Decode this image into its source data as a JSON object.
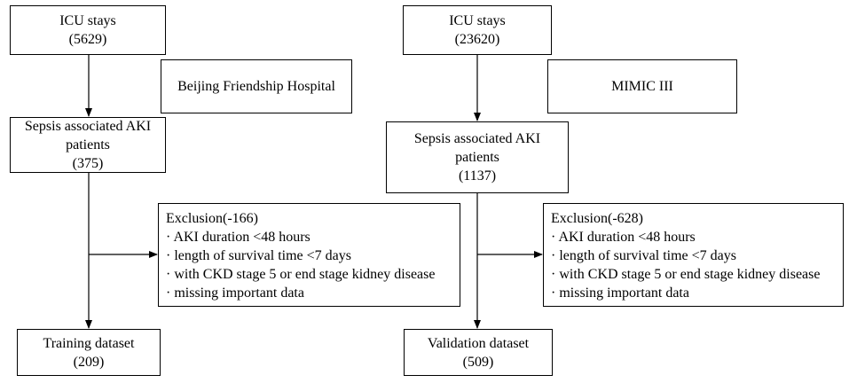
{
  "left": {
    "icu": {
      "title": "ICU stays",
      "count": "(5629)"
    },
    "source": "Beijing Friendship Hospital",
    "sepsis": {
      "line1": "Sepsis associated AKI",
      "line2": "patients",
      "count": "(375)"
    },
    "exclusion": {
      "title": "Exclusion(-166)",
      "items": [
        "· AKI duration <48 hours",
        "· length of survival time <7 days",
        "· with CKD stage 5 or end stage kidney disease",
        "· missing important data"
      ]
    },
    "final": {
      "title": "Training dataset",
      "count": "(209)"
    }
  },
  "right": {
    "icu": {
      "title": "ICU stays",
      "count": "(23620)"
    },
    "source": "MIMIC III",
    "sepsis": {
      "line1": "Sepsis associated AKI",
      "line2": "patients",
      "count": "(1137)"
    },
    "exclusion": {
      "title": "Exclusion(-628)",
      "items": [
        "· AKI duration <48 hours",
        "· length of survival time <7 days",
        "· with CKD stage 5 or end stage kidney disease",
        "· missing important data"
      ]
    },
    "final": {
      "title": "Validation dataset",
      "count": "(509)"
    }
  }
}
